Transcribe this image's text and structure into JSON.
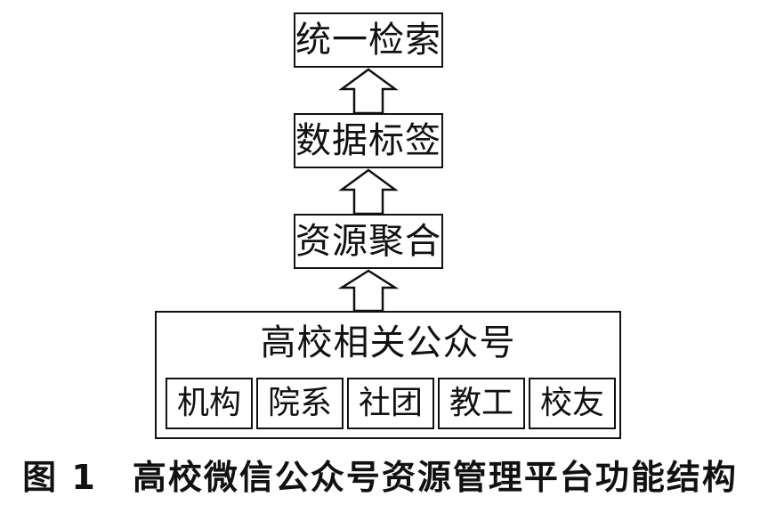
{
  "nodes": {
    "search": "统一检索",
    "tag": "数据标签",
    "aggregate": "资源聚合",
    "accounts": {
      "title": "高校相关公众号",
      "items": [
        "机构",
        "院系",
        "社团",
        "教工",
        "校友"
      ]
    }
  },
  "caption": {
    "label": "图 1",
    "text": "高校微信公众号资源管理平台功能结构"
  }
}
